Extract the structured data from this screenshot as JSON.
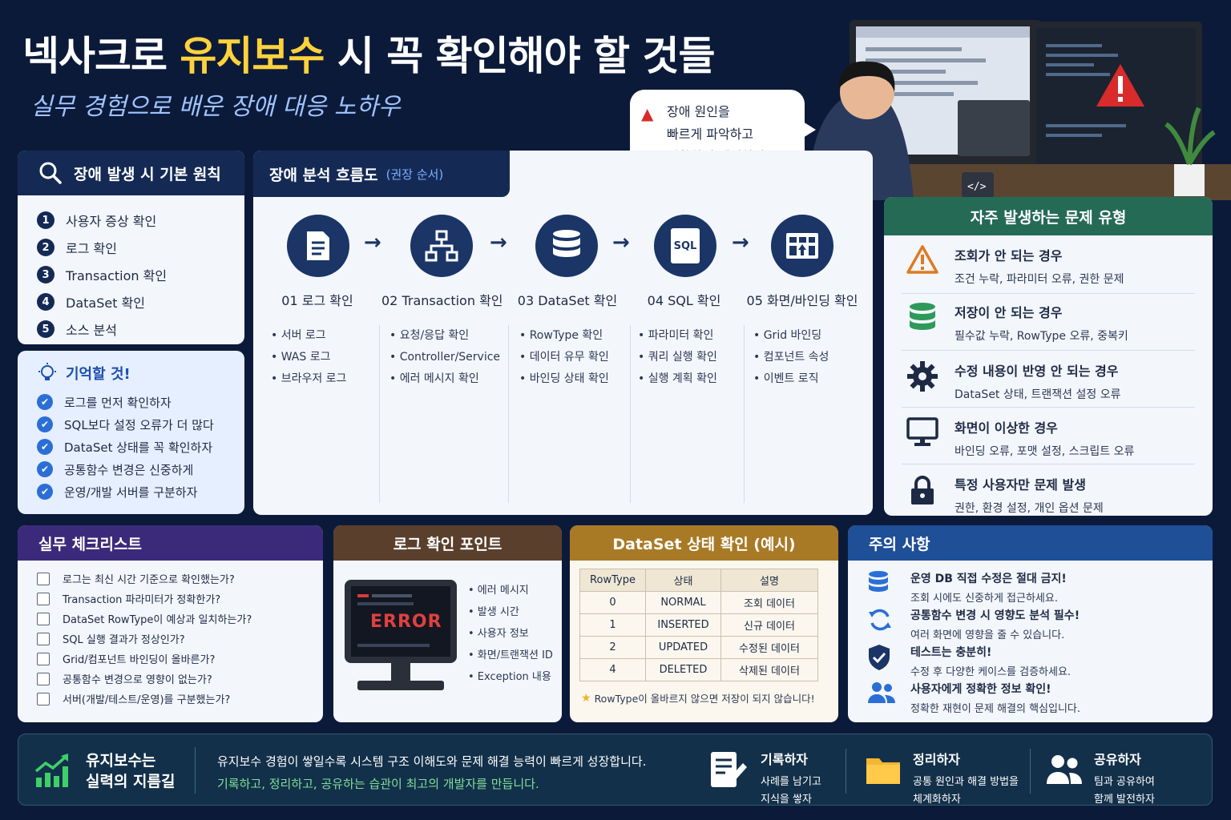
{
  "title": {
    "part1": "넥사크로 ",
    "highlight": "유지보수",
    "part2": " 시 꼭 확인해야 할 것들"
  },
  "subtitle": "실무 경험으로 배운 장애 대응 노하우",
  "speech": {
    "line1": "장애 원인을",
    "line2": "빠르게 파악하고",
    "line3": "정확하게 해결하자!"
  },
  "principles": {
    "title": "장애 발생 시 기본 원칙",
    "items": [
      "사용자 증상 확인",
      "로그 확인",
      "Transaction 확인",
      "DataSet 확인",
      "소스 분석"
    ]
  },
  "remember": {
    "title": "기억할 것!",
    "items": [
      "로그를 먼저 확인하자",
      "SQL보다 설정 오류가 더 많다",
      "DataSet 상태를 꼭 확인하자",
      "공통함수 변경은 신중하게",
      "운영/개발 서버를 구분하자"
    ]
  },
  "flow": {
    "title": "장애 분석 흐름도",
    "sub": "(권장 순서)",
    "steps": [
      {
        "title": "01 로그 확인",
        "bullets": [
          "• 서버 로그",
          "• WAS 로그",
          "• 브라우저 로그"
        ]
      },
      {
        "title": "02 Transaction 확인",
        "bullets": [
          "• 요청/응답 확인",
          "• Controller/Service",
          "• 에러 메시지 확인"
        ]
      },
      {
        "title": "03 DataSet 확인",
        "bullets": [
          "• RowType 확인",
          "• 데이터 유무 확인",
          "• 바인딩 상태 확인"
        ]
      },
      {
        "title": "04 SQL 확인",
        "bullets": [
          "• 파라미터 확인",
          "• 쿼리 실행 확인",
          "• 실행 계획 확인"
        ]
      },
      {
        "title": "05 화면/바인딩 확인",
        "bullets": [
          "• Grid 바인딩",
          "• 컴포넌트 속성",
          "• 이벤트 로직"
        ]
      }
    ],
    "sql_icon_text": "SQL"
  },
  "problems": {
    "title": "자주 발생하는 문제 유형",
    "items": [
      {
        "title": "조회가 안 되는 경우",
        "desc": "조건 누락, 파라미터 오류, 권한 문제"
      },
      {
        "title": "저장이 안 되는 경우",
        "desc": "필수값 누락, RowType 오류, 중복키"
      },
      {
        "title": "수정 내용이 반영 안 되는 경우",
        "desc": "DataSet 상태, 트랜잭션 설정 오류"
      },
      {
        "title": "화면이 이상한 경우",
        "desc": "바인딩 오류, 포맷 설정, 스크립트 오류"
      },
      {
        "title": "특정 사용자만 문제 발생",
        "desc": "권한, 환경 설정, 개인 옵션 문제"
      }
    ]
  },
  "checklist": {
    "title": "실무 체크리스트",
    "items": [
      "로그는 최신 시간 기준으로 확인했는가?",
      "Transaction 파라미터가 정확한가?",
      "DataSet RowType이 예상과 일치하는가?",
      "SQL 실행 결과가 정상인가?",
      "Grid/컴포넌트 바인딩이 올바른가?",
      "공통함수 변경으로 영향이 없는가?",
      "서버(개발/테스트/운영)를 구분했는가?"
    ]
  },
  "logpoints": {
    "title": "로그 확인 포인트",
    "error_text": "ERROR",
    "items": [
      "• 에러 메시지",
      "• 발생 시간",
      "• 사용자 정보",
      "• 화면/트랜잭션 ID",
      "• Exception 내용"
    ]
  },
  "dataset": {
    "title": "DataSet 상태 확인 (예시)",
    "headers": [
      "RowType",
      "상태",
      "설명"
    ],
    "rows": [
      [
        "0",
        "NORMAL",
        "조회 데이터"
      ],
      [
        "1",
        "INSERTED",
        "신규 데이터"
      ],
      [
        "2",
        "UPDATED",
        "수정된 데이터"
      ],
      [
        "4",
        "DELETED",
        "삭제된 데이터"
      ]
    ],
    "note": "RowType이 올바르지 않으면 저장이 되지 않습니다!"
  },
  "caution": {
    "title": "주의 사항",
    "items": [
      {
        "title": "운영 DB 직접 수정은 절대 금지!",
        "desc": "조회 시에도 신중하게 접근하세요."
      },
      {
        "title": "공통함수 변경 시 영향도 분석 필수!",
        "desc": "여러 화면에 영향을 줄 수 있습니다."
      },
      {
        "title": "테스트는 충분히!",
        "desc": "수정 후 다양한 케이스를 검증하세요."
      },
      {
        "title": "사용자에게 정확한 정보 확인!",
        "desc": "정확한 재현이 문제 해결의 핵심입니다."
      }
    ]
  },
  "footer": {
    "heading1": "유지보수는",
    "heading2": "실력의 지름길",
    "line1": "유지보수 경험이 쌓일수록 시스템 구조 이해도와 문제 해결 능력이 빠르게 성장합니다.",
    "line2": "기록하고, 정리하고, 공유하는 습관이 최고의 개발자를 만듭니다.",
    "actions": [
      {
        "title": "기록하자",
        "l1": "사례를 남기고",
        "l2": "지식을 쌓자"
      },
      {
        "title": "정리하자",
        "l1": "공통 원인과 해결 방법을",
        "l2": "체계화하자"
      },
      {
        "title": "공유하자",
        "l1": "팀과 공유하여",
        "l2": "함께 발전하자"
      }
    ]
  },
  "colors": {
    "navy": "#142a55",
    "accent_yellow": "#ffd23c",
    "green_head": "#256a55",
    "purple_head": "#3b2a7a",
    "brown_head": "#5a3f2c",
    "gold_head": "#a87a26",
    "blue_head": "#1f4f96"
  }
}
